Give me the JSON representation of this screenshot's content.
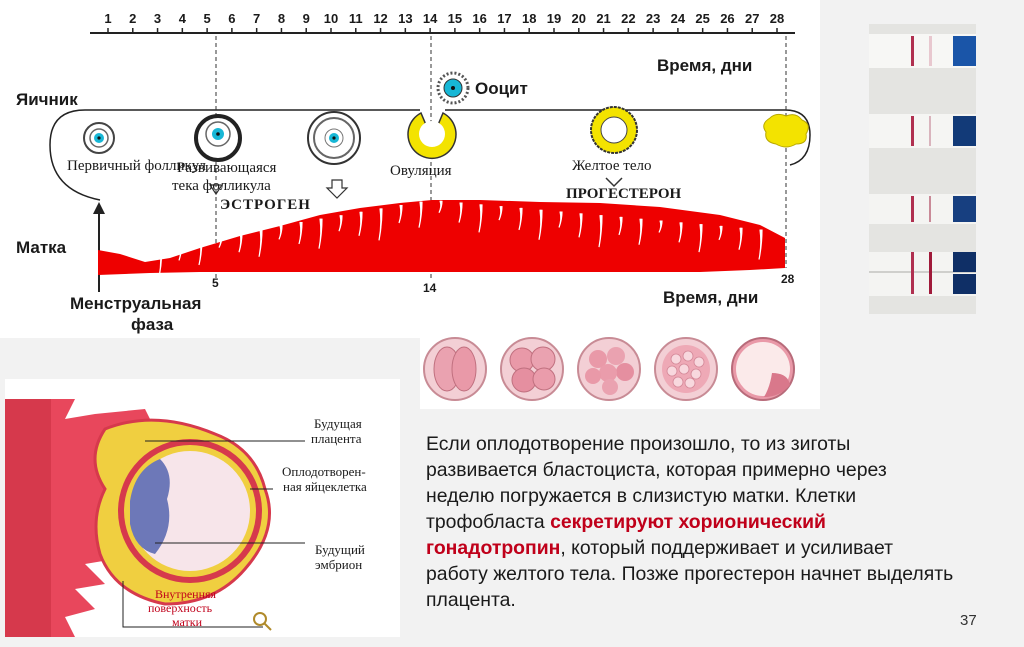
{
  "cycle_diagram": {
    "day_numbers": [
      "1",
      "2",
      "3",
      "4",
      "5",
      "6",
      "7",
      "8",
      "9",
      "10",
      "11",
      "12",
      "13",
      "14",
      "15",
      "16",
      "17",
      "18",
      "19",
      "20",
      "21",
      "22",
      "23",
      "24",
      "25",
      "26",
      "27",
      "28"
    ],
    "time_label_top": "Время, дни",
    "time_label_bottom": "Время, дни",
    "ovary_label": "Яичник",
    "uterus_label": "Матка",
    "oocyte_label": "Ооцит",
    "primary_follicle": "Первичный фолликул",
    "developing_follicle": "Развивающаяся",
    "theca_follicle": "тека фолликула",
    "estrogen": "ЭСТРОГЕН",
    "ovulation": "Овуляция",
    "corpus_luteum": "Желтое тело",
    "progesterone": "ПРОГЕСТЕРОН",
    "menstrual_phase_1": "Менструальная",
    "menstrual_phase_2": "фаза",
    "marker_5": "5",
    "marker_14": "14",
    "marker_28": "28"
  },
  "implant_diagram": {
    "future_placenta_1": "Будущая",
    "future_placenta_2": "плацента",
    "fertilized_egg_1": "Оплодотворен-",
    "fertilized_egg_2": "ная яйцеклетка",
    "future_embryo_1": "Будущий",
    "future_embryo_2": "эмбрион",
    "inner_surface_1": "Внутренняя",
    "inner_surface_2": "поверхность",
    "inner_surface_3": "матки"
  },
  "paragraph": {
    "part1": "Если оплодотворение произошло, то из зиготы развивается бластоциста, которая примерно через неделю погружается в слизистую матки. Клетки трофобласта ",
    "highlight": "секретируют хорионический гонадотропин",
    "part2": ", который поддерживает и усиливает работу желтого тела. Позже прогестерон начнет выделять плацента."
  },
  "slide_number": "37",
  "colors": {
    "endometrium": "#ee0000",
    "corpus_luteum": "#f3e300",
    "oocyte": "#17b7d6",
    "highlight": "#c0001a"
  }
}
